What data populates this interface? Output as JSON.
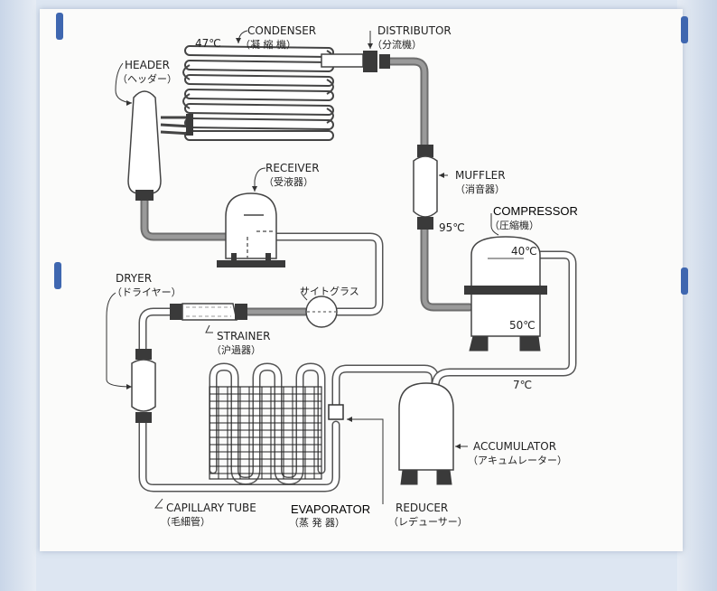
{
  "labels": {
    "condenser_en": "CONDENSER",
    "condenser_jp": "（凝 縮 機）",
    "distributor_en": "DISTRIBUTOR",
    "distributor_jp": "（分流機）",
    "header_en": "HEADER",
    "header_jp": "（ヘッダー）",
    "receiver_en": "RECEIVER",
    "receiver_jp": "（受液器）",
    "muffler_en": "MUFFLER",
    "muffler_jp": "（消音器）",
    "compressor_en": "COMPRESSOR",
    "compressor_jp": "（圧縮機）",
    "dryer_en": "DRYER",
    "dryer_jp": "（ドライヤー）",
    "sightglass_jp": "サイトグラス",
    "strainer_en": "STRAINER",
    "strainer_jp": "（沪過器）",
    "accumulator_en": "ACCUMULATOR",
    "accumulator_jp": "（アキュムレーター）",
    "capillary_en": "CAPILLARY TUBE",
    "capillary_jp": "（毛細管）",
    "evaporator_en": "EVAPORATOR",
    "evaporator_jp": "（蒸 発 器）",
    "reducer_en": "REDUCER",
    "reducer_jp": "（レデューサー）"
  },
  "temperatures": {
    "condenser_in": "47℃",
    "muffler_out": "95℃",
    "compressor_top": "40℃",
    "compressor_bottom": "50℃",
    "suction_line": "7℃"
  }
}
